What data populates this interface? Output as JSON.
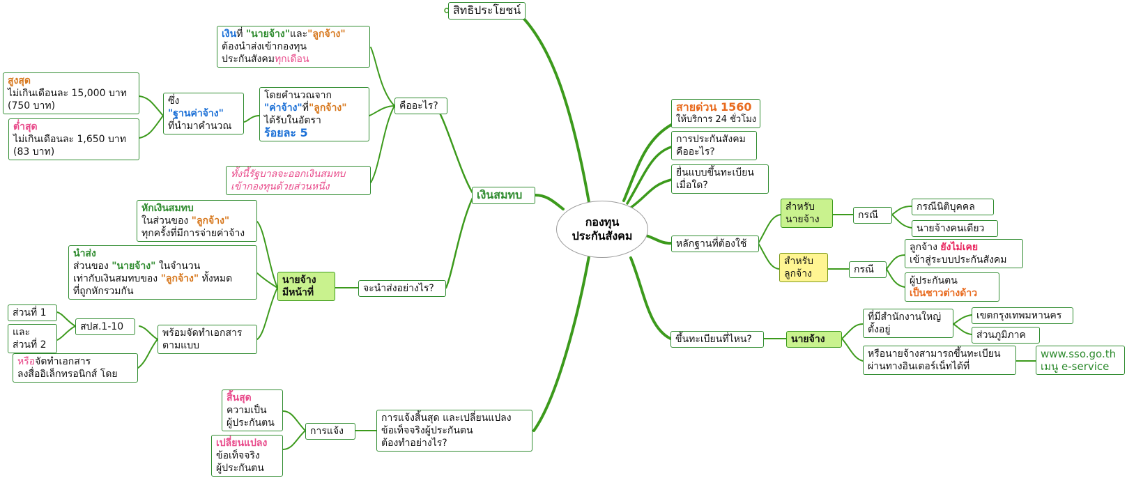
{
  "center": {
    "l1": "กองทุน",
    "l2": "ประกันสังคม"
  },
  "right": {
    "benefits": "สิทธิประโยชน์",
    "hotline": {
      "title": "สายด่วน 1560",
      "sub": "ให้บริการ 24 ชั่วโมง"
    },
    "what_is": {
      "l1": "การประกันสังคม",
      "l2": "คืออะไร?"
    },
    "when": {
      "l1": "ยื่นแบบขึ้นทะเบียน",
      "l2": "เมื่อใด?"
    },
    "evidence": {
      "label": "หลักฐานที่ต้องใช้",
      "for_employer": {
        "l1": "สำหรับ",
        "l2": "นายจ้าง",
        "case": "กรณี",
        "opt1": "กรณีนิติบุคคล",
        "opt2": "นายจ้างคนเดียว"
      },
      "for_employee": {
        "l1": "สำหรับ",
        "l2": "ลูกจ้าง",
        "case": "กรณี",
        "opt1": {
          "a": "ลูกจ้าง ",
          "b": "ยังไม่เคย",
          "l2": "เข้าสู่ระบบประกันสังคม"
        },
        "opt2": {
          "l1": "ผู้ประกันตน",
          "l2": "เป็นชาวต่างด้าว"
        }
      }
    },
    "where": {
      "label": "ขึ้นทะเบียนที่ไหน?",
      "employer": "นายจ้าง",
      "office": {
        "l1": "ที่มีสำนักงานใหญ่",
        "l2": "ตั้งอยู่",
        "opt1": "เขตกรุงเทพมหานคร",
        "opt2": "ส่วนภูมิภาค"
      },
      "online": {
        "l1": "หรือนายจ้างสามารถขึ้นทะเบียน",
        "l2": "ผ่านทางอินเตอร์เน็ทได้ที่",
        "url": "www.sso.go.th",
        "menu": "เมนู e-service"
      }
    }
  },
  "left": {
    "contribution": "เงินสมทบ",
    "what": {
      "label": "คืออะไร?",
      "money": {
        "a": "เงิน",
        "b": "ที่ ",
        "c": "\"นายจ้าง\"",
        "d": "และ",
        "e": "\"ลูกจ้าง\"",
        "l2": "ต้องนำส่งเข้ากองทุน",
        "l3a": "ประกันสังคม",
        "l3b": "ทุกเดือน"
      },
      "calc": {
        "l1": "โดยคำนวณจาก",
        "l2a": "\"ค่าจ้าง\"",
        "l2b": "ที่",
        "l2c": "\"ลูกจ้าง\"",
        "l3": "ได้รับในอัตรา",
        "l4": "ร้อยละ 5"
      },
      "base": {
        "l1": "ซึ่ง",
        "l2": "\"ฐานค่าจ้าง\"",
        "l3": "ที่นำมาคำนวณ"
      },
      "max": {
        "title": "สูงสุด",
        "l2": "ไม่เกินเดือนละ 15,000 บาท",
        "l3": "(750 บาท)"
      },
      "min": {
        "title": "ต่ำสุด",
        "l2": "ไม่เกินเดือนละ 1,650 บาท",
        "l3": "(83 บาท)"
      },
      "gov": {
        "l1": "ทั้งนี้รัฐบาลจะออกเงินสมทบ",
        "l2": "เข้ากองทุนด้วยส่วนหนึ่ง"
      }
    },
    "how": {
      "label": "จะนำส่งอย่างไร?",
      "duty": {
        "l1": "นายจ้าง",
        "l2": "มีหน้าที่"
      },
      "deduct": {
        "title": "หักเงินสมทบ",
        "l2a": "ในส่วนของ ",
        "l2b": "\"ลูกจ้าง\"",
        "l3": "ทุกครั้งที่มีการจ่ายค่าจ้าง"
      },
      "submit": {
        "title": "นำส่ง",
        "l2a": "ส่วนของ ",
        "l2b": "\"นายจ้าง\"",
        "l2c": " ในจำนวน",
        "l3a": "เท่ากับเงินสมทบของ ",
        "l3b": "\"ลูกจ้าง\"",
        "l3c": " ทั้งหมด",
        "l4": "ที่ถูกหักรวมกัน"
      },
      "docs": {
        "l1": "พร้อมจัดทำเอกสาร",
        "l2": "ตามแบบ",
        "form": "สปส.1-10",
        "part1": "ส่วนที่ 1",
        "and": "และ",
        "part2": "ส่วนที่ 2",
        "or_a": "หรือ",
        "or_b": "จัดทำเอกสาร",
        "or_l2": "ลงสื่ออิเล็กทรอนิกส์ โดย"
      }
    },
    "notify": {
      "label": {
        "l1": "การแจ้งสิ้นสุด และเปลี่ยนแปลง",
        "l2": "ข้อเท็จจริงผู้ประกันตน",
        "l3": "ต้องทำอย่างไร?"
      },
      "notice": "การแจ้ง",
      "end": {
        "title": "สิ้นสุด",
        "l2": "ความเป็น",
        "l3": "ผู้ประกันตน"
      },
      "change": {
        "title": "เปลี่ยนแปลง",
        "l2": "ข้อเท็จจริง",
        "l3": "ผู้ประกันตน"
      }
    }
  },
  "colors": {
    "branch": "#3c9a1c",
    "border": "#2e8b2e",
    "highlight_green": "#c9f28e",
    "highlight_yellow": "#fff592"
  }
}
